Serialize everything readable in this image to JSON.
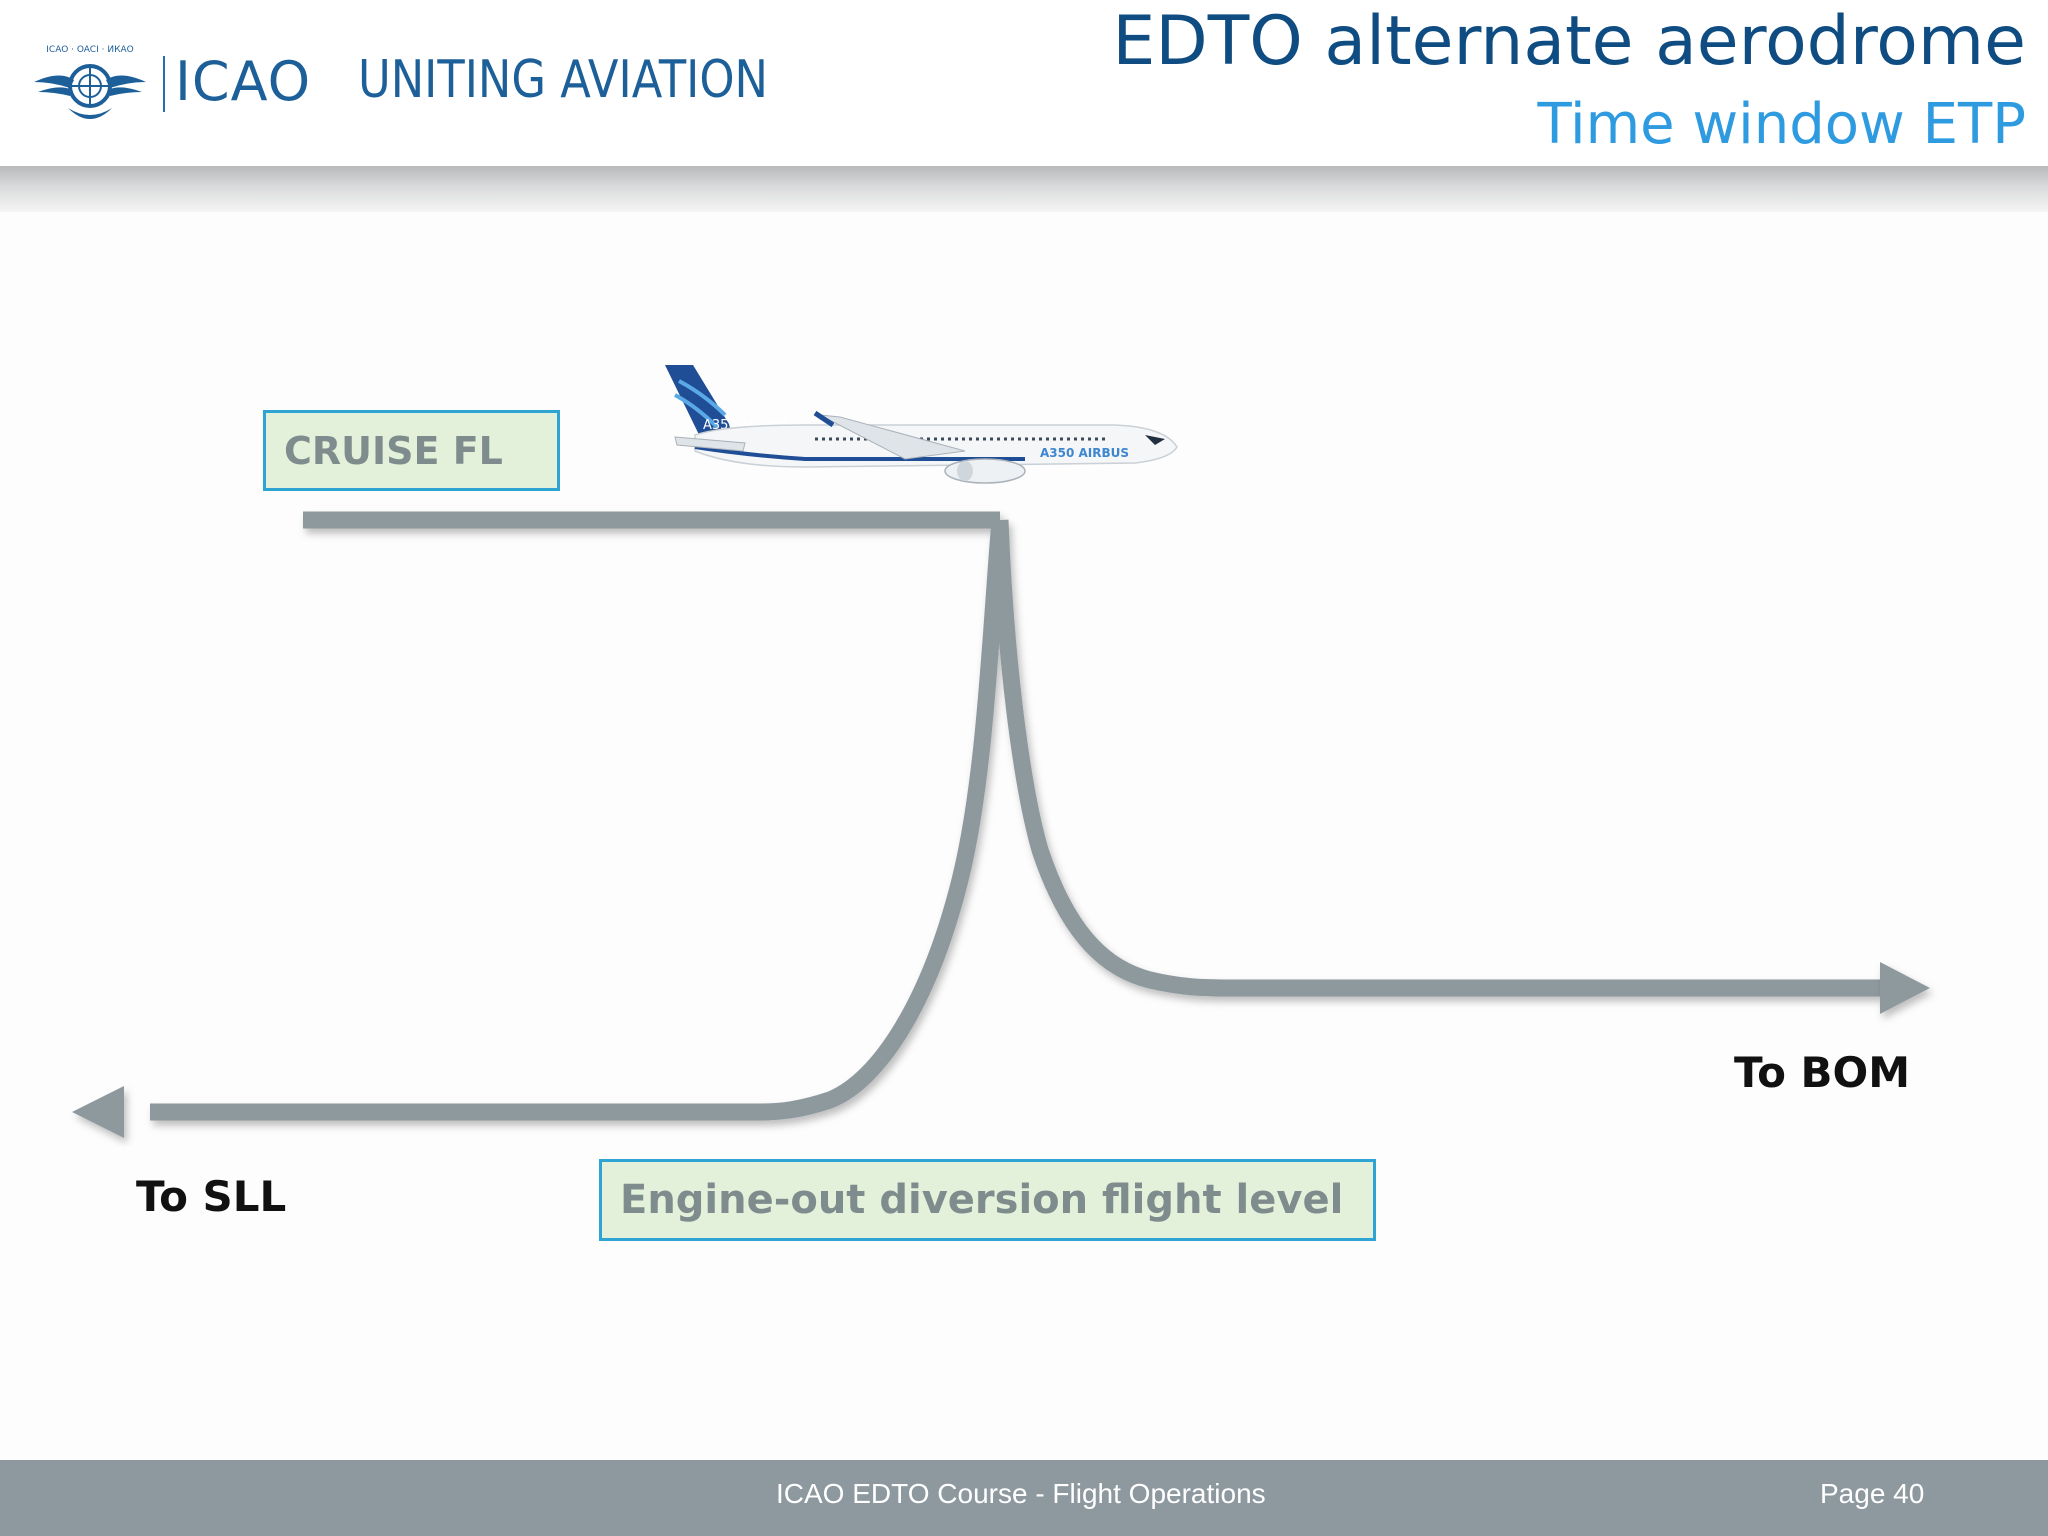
{
  "header": {
    "logo_text": "ICAO · OACI · ИКАО",
    "org_name": "ICAO",
    "tagline": "UNITING AVIATION"
  },
  "slide": {
    "title": "EDTO alternate aerodrome",
    "subtitle": "Time window ETP"
  },
  "diagram": {
    "cruise_label": "CRUISE FL",
    "diversion_label": "Engine-out diversion flight level",
    "destination_right": "To BOM",
    "destination_left": "To SLL",
    "aircraft_livery": "A350 AIRBUS"
  },
  "footer": {
    "course": "ICAO EDTO Course - Flight Operations",
    "page": "Page 40"
  },
  "colors": {
    "title": "#0f4c81",
    "subtitle": "#2e9be0",
    "path": "#8e999e",
    "label_fill": "#e3f1da",
    "label_border": "#2fa4d2",
    "footer": "#8d989f"
  }
}
